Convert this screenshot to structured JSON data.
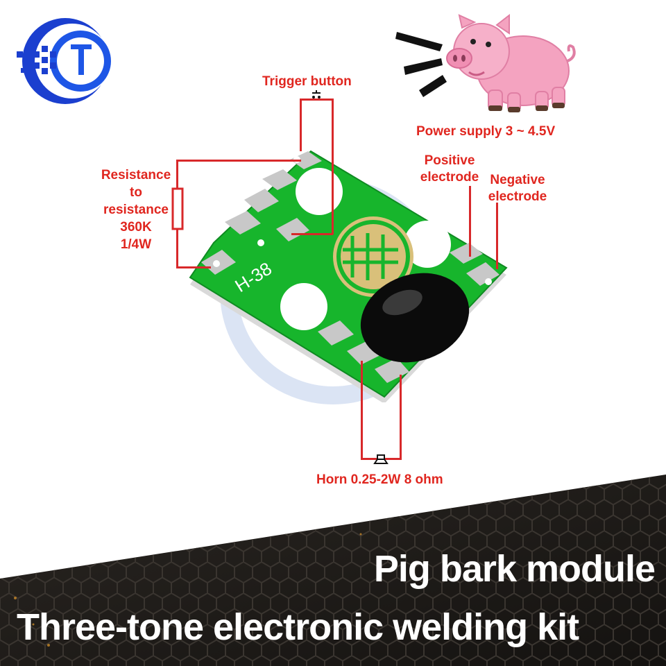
{
  "labels": {
    "trigger": "Trigger button",
    "power": "Power supply 3 ~ 4.5V",
    "positive_line1": "Positive",
    "positive_line2": "electrode",
    "negative_line1": "Negative",
    "negative_line2": "electrode",
    "resistance_line1": "Resistance",
    "resistance_line2": "to",
    "resistance_line3": "resistance",
    "resistance_line4": "360K",
    "resistance_line5": "1/4W",
    "horn": "Horn 0.25-2W 8 ohm",
    "board_mark": "H-38"
  },
  "banner": {
    "line1": "Pig bark module",
    "line2": "Three-tone electronic welding kit"
  },
  "icons": {
    "logo": "store-logo-icon",
    "pig": "pig-icon",
    "sound": "sound-wave-icon",
    "switch": "push-switch-symbol-icon",
    "speaker": "speaker-symbol-icon",
    "resistor": "resistor-symbol-icon"
  },
  "colors": {
    "label_red": "#e0261f",
    "pcb_green": "#17b52c",
    "pad_silver": "#c8c8c8",
    "logo_blue": "#1e4fd8",
    "pig_pink": "#f4a3c0"
  }
}
